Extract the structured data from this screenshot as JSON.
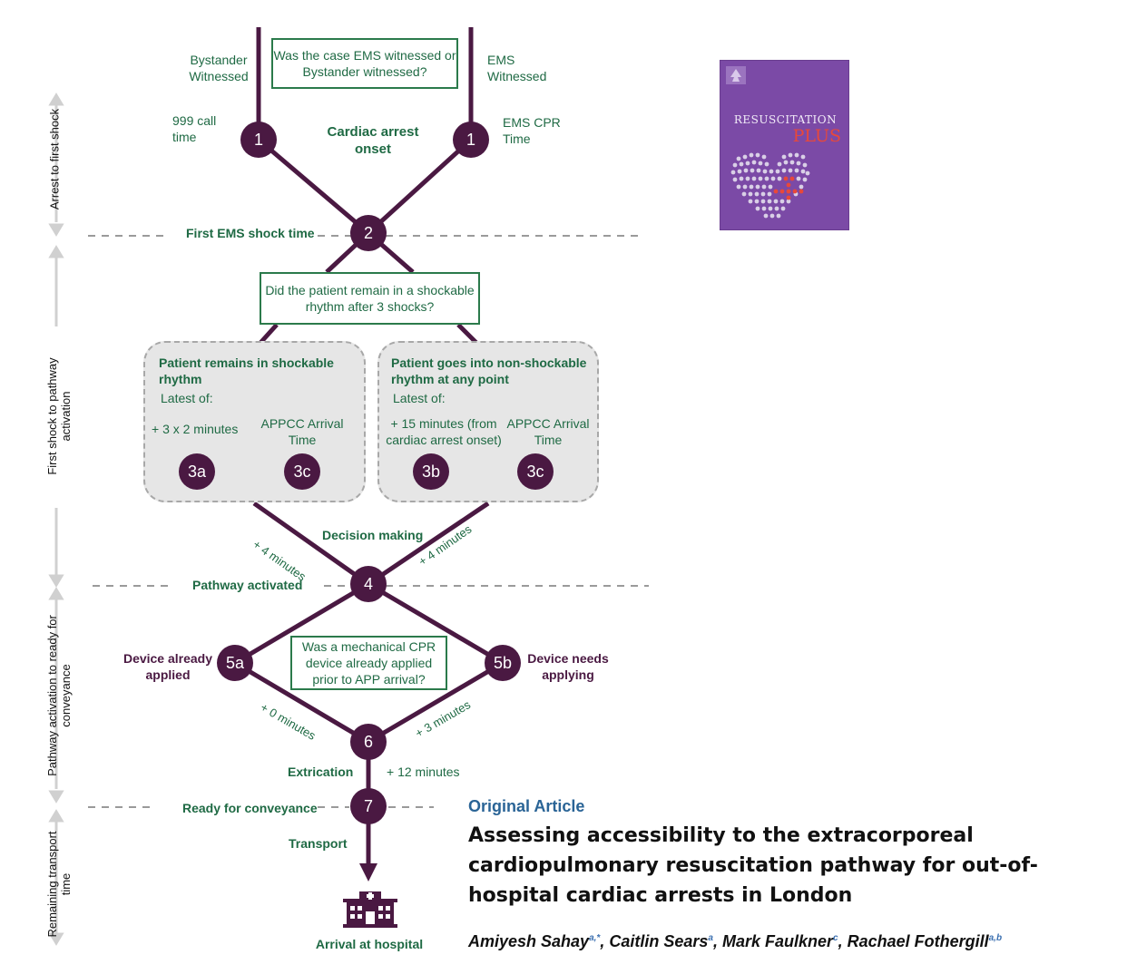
{
  "diagram": {
    "top_question": "Was the case EMS witnessed or Bystander witnessed?",
    "bystander_witnessed": "Bystander Witnessed",
    "ems_witnessed": "EMS Witnessed",
    "call_time": "999 call time",
    "ems_cpr_time": "EMS CPR Time",
    "cardiac_arrest_onset": "Cardiac arrest onset",
    "first_shock_time": "First EMS shock time",
    "shock_question": "Did the patient remain in a shockable rhythm after 3 shocks?",
    "panel_left": {
      "title": "Patient remains in shockable rhythm",
      "latest_of": "Latest of:",
      "option_a": "+ 3 x 2 minutes",
      "option_c": "APPCC Arrival Time",
      "node_a": "3a",
      "node_c": "3c"
    },
    "panel_right": {
      "title": "Patient goes into non-shockable rhythm at any point",
      "latest_of": "Latest of:",
      "option_b": "+ 15 minutes (from cardiac arrest onset)",
      "option_c": "APPCC Arrival Time",
      "node_b": "3b",
      "node_c": "3c"
    },
    "plus_4_left": "+ 4 minutes",
    "plus_4_right": "+ 4 minutes",
    "decision_making": "Decision making",
    "pathway_activated": "Pathway activated",
    "device_applied": "Device already applied",
    "device_needs": "Device needs applying",
    "mcpr_question": "Was a mechanical CPR device already applied prior to APP arrival?",
    "plus_0": "+ 0 minutes",
    "plus_3": "+ 3 minutes",
    "extrication": "Extrication",
    "plus_12": "+ 12 minutes",
    "ready_for_conveyance": "Ready for conveyance",
    "transport": "Transport",
    "arrival": "Arrival at hospital",
    "nodes": {
      "n1": "1",
      "n2": "2",
      "n4": "4",
      "n5a": "5a",
      "n5b": "5b",
      "n6": "6",
      "n7": "7"
    },
    "hospital_icon": "hospital-icon"
  },
  "phases": [
    "Arrest to first shock",
    "First shock to pathway activation",
    "Pathway activation to ready for conveyance",
    "Remaining transport time"
  ],
  "journal": {
    "title_line1": "RESUSCITATION",
    "title_line2": "PLUS"
  },
  "article": {
    "type": "Original Article",
    "title": "Assessing accessibility to the extracorporeal cardiopulmonary resuscitation pathway for out-of-hospital cardiac arrests in London",
    "authors": [
      {
        "name": "Amiyesh Sahay",
        "sup": "a,*"
      },
      {
        "name": "Caitlin Sears",
        "sup": "a"
      },
      {
        "name": "Mark Faulkner",
        "sup": "c"
      },
      {
        "name": "Rachael Fothergill",
        "sup": "a,b"
      }
    ]
  },
  "colors": {
    "purple": "#4a1942",
    "green": "#1f6a44",
    "panel": "#e6e6e6",
    "cover": "#7b4aa6",
    "cover_accent": "#e8483a"
  }
}
